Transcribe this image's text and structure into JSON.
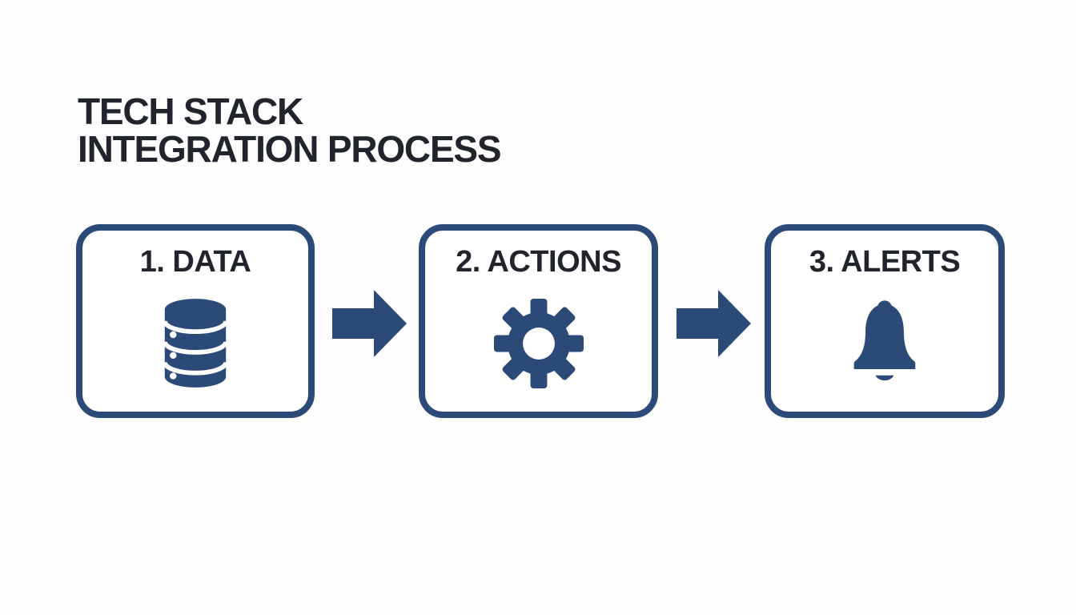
{
  "title": {
    "text": "TECH STACK INTEGRATION PROCESS",
    "lines": [
      "TECH STACK",
      "INTEGRATION PROCESS"
    ]
  },
  "steps": [
    {
      "label": "1. DATA",
      "icon": "database-icon"
    },
    {
      "label": "2. ACTIONS",
      "icon": "gear-icon"
    },
    {
      "label": "3. ALERTS",
      "icon": "bell-icon"
    }
  ],
  "connectors": [
    {
      "icon": "arrow-right-icon"
    },
    {
      "icon": "arrow-right-icon"
    }
  ],
  "colors": {
    "navy": "#2b4a78",
    "ink": "#21242c",
    "box_background": "#ffffff",
    "page_background": "#fdfdfd"
  }
}
